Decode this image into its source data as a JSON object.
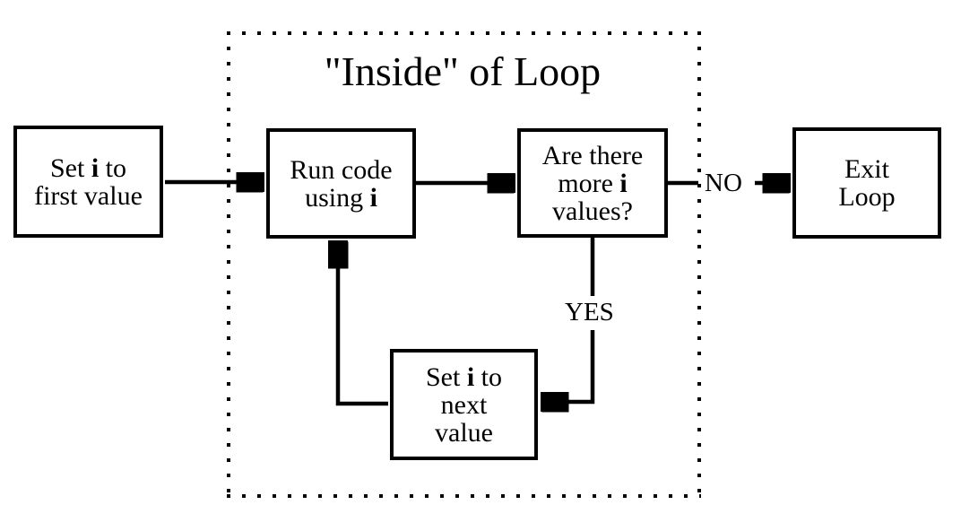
{
  "diagram": {
    "title": "\"Inside\" of Loop",
    "ink_color": "#000000",
    "background_color": "#ffffff",
    "nodes": {
      "set_first": {
        "pre_i": "Set ",
        "i": "i",
        "post_i": " to",
        "line2": "first value"
      },
      "run_code": {
        "line1": "Run code",
        "pre_i": "using ",
        "i": "i"
      },
      "question": {
        "line1": "Are there",
        "pre_i": "more ",
        "i": "i",
        "line3": "values?"
      },
      "exit_loop": {
        "line1": "Exit",
        "line2": "Loop"
      },
      "set_next": {
        "pre_i": "Set ",
        "i": "i",
        "post_i": " to",
        "line2": "next",
        "line3": "value"
      }
    },
    "edge_labels": {
      "no": "NO",
      "yes": "YES"
    },
    "edges": [
      {
        "from": "set_first",
        "to": "run_code",
        "label": ""
      },
      {
        "from": "run_code",
        "to": "question",
        "label": ""
      },
      {
        "from": "question",
        "to": "exit_loop",
        "label": "NO"
      },
      {
        "from": "question",
        "to": "set_next",
        "label": "YES"
      },
      {
        "from": "set_next",
        "to": "run_code",
        "label": ""
      }
    ]
  }
}
